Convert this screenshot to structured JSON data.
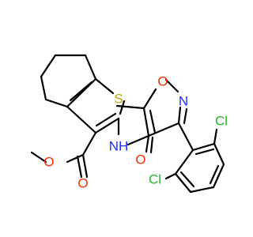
{
  "atoms": {
    "sulfur": "S",
    "ester_carbonyl_oxygen": "O",
    "ester_ether_oxygen": "O",
    "isoxazole_oxygen": "O",
    "isoxazole_nitrogen": "N",
    "amide_nh": "NH",
    "amide_oxygen": "O",
    "chlorine_upper": "Cl",
    "chlorine_lower": "Cl"
  },
  "colors": {
    "bond": "#000000",
    "sulfur": "#b9a400",
    "oxygen": "#ff2a00",
    "nitrogen": "#1e2bff",
    "chlorine": "#2bb32b",
    "background": "#ffffff"
  }
}
